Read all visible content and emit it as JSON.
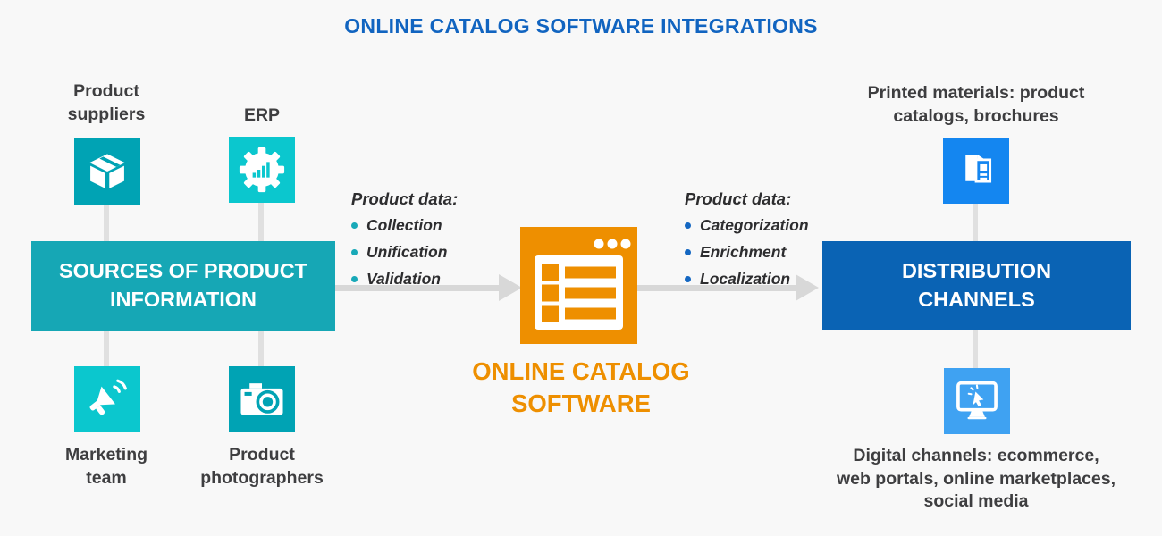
{
  "page": {
    "title": "ONLINE CATALOG SOFTWARE INTEGRATIONS"
  },
  "colors": {
    "title_blue": "#1164c0",
    "teal_dark": "#00a3b4",
    "teal_bright": "#0bc7ce",
    "teal_box": "#16a7b5",
    "blue_box": "#0a63b4",
    "blue_bright": "#1486f0",
    "blue_light": "#3fa2f2",
    "orange": "#ee8f00",
    "arrow_gray": "#d8d8d8",
    "label_gray": "#3e3e40"
  },
  "sources_group": {
    "box_label": "SOURCES OF PRODUCT\nINFORMATION",
    "suppliers_label": "Product\nsuppliers",
    "suppliers_icon": "package-icon",
    "erp_label": "ERP",
    "erp_icon": "gear-chart-icon",
    "marketing_label": "Marketing\nteam",
    "marketing_icon": "megaphone-icon",
    "photographers_label": "Product\nphotographers",
    "photographers_icon": "camera-icon"
  },
  "left_flow": {
    "heading": "Product data:",
    "items": [
      "Collection",
      "Unification",
      "Validation"
    ]
  },
  "center": {
    "label": "ONLINE CATALOG\nSOFTWARE",
    "icon": "catalog-window-icon"
  },
  "right_flow": {
    "heading": "Product data:",
    "items": [
      "Categorization",
      "Enrichment",
      "Localization"
    ]
  },
  "distribution_group": {
    "box_label": "DISTRIBUTION\nCHANNELS",
    "printed_label": "Printed materials: product\ncatalogs, brochures",
    "printed_icon": "brochure-icon",
    "digital_label": "Digital channels: ecommerce,\nweb portals, online marketplaces,\nsocial media",
    "digital_icon": "monitor-click-icon"
  }
}
